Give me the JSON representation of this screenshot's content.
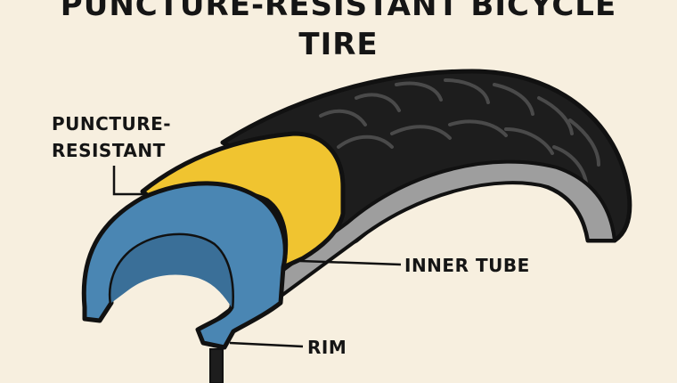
{
  "title": {
    "line1": "PUNCTURE-RESISTANT BICYCLE",
    "line2": "TIRE"
  },
  "labels": {
    "puncture_line1": "PUNCTURE-",
    "puncture_line2": "RESISTANT",
    "inner_tube": "INNER TUBE",
    "rim": "RIM"
  },
  "colors": {
    "background": "#f7efdf",
    "tire": "#1d1d1d",
    "puncture_layer": "#f0c430",
    "inner_tube": "#4a86b3",
    "rim": "#9e9e9e",
    "outline": "#111111"
  }
}
